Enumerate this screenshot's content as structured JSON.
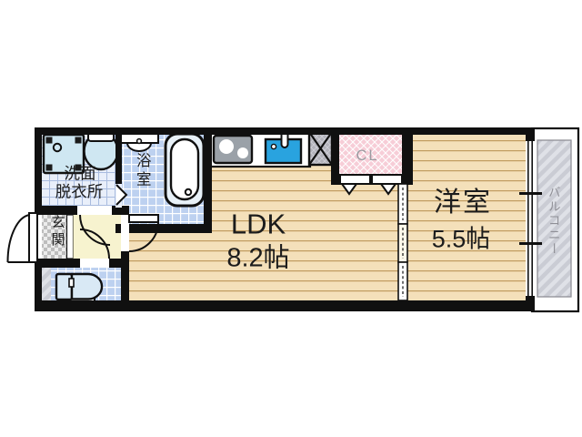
{
  "rooms": {
    "ldk": {
      "label": "LDK",
      "area": "8.2帖"
    },
    "western": {
      "label": "洋室",
      "area": "5.5帖"
    },
    "washroom": {
      "label_line1": "洗面",
      "label_line2": "脱衣所"
    },
    "bath": {
      "label": "浴室"
    },
    "entrance": {
      "label": "玄関"
    },
    "closet": {
      "label": "CL"
    },
    "balcony": {
      "label": "バルコニー"
    }
  },
  "fixtures": {
    "bathtub": "bathtub",
    "bath_counter": "bath-counter",
    "wash_basin": "wash-basin",
    "washing_machine_pan": "washing-machine-pan",
    "toilet": "toilet",
    "stove": "two-burner-stove",
    "kitchen_sink": "kitchen-sink",
    "refrigerator_space": "crossed-box",
    "closet_doors": "folding-doors",
    "sliding_door": "sliding-door",
    "entrance_door": "swing-door"
  },
  "colors": {
    "wall": "#101010",
    "wood_floor": "#f4e0ba",
    "wood_line": "#c09b5f",
    "tile_pale": "#e9effa",
    "tile_pale_line": "#a9bcdf",
    "tile_deep": "#bdd1f0",
    "hall_floor": "#f7f3cf",
    "closet_pink": "#f7cdd7",
    "balcony_gray": "#caccd4",
    "sink_blue": "#29a3df",
    "stove_gray": "#9aa1a8",
    "fixture_blue": "#cfe7f2",
    "label_gray": "#8f8f96"
  }
}
